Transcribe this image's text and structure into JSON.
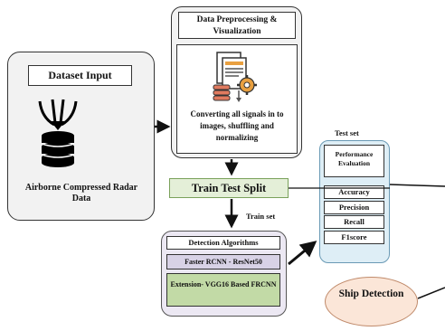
{
  "dataset": {
    "title": "Dataset Input",
    "label": "Airborne Compressed Radar Data",
    "icon": "database-icon"
  },
  "preprocessing": {
    "title": "Data Preprocessing & Visualization",
    "description": "Converting all signals in to images, shuffling and normalizing",
    "icon": "document-gear-icon"
  },
  "split": {
    "label": "Train Test Split",
    "train_label": "Train set",
    "test_label": "Test set"
  },
  "detection": {
    "title": "Detection Algorithms",
    "methods": [
      "Faster RCNN - ResNet50",
      "Extension- VGG16 Based FRCNN"
    ]
  },
  "evaluation": {
    "title": "Performance Evaluation",
    "metrics": [
      "Accuracy",
      "Precision",
      "Recall",
      "F1score"
    ]
  },
  "output": {
    "label": "Ship Detection"
  },
  "colors": {
    "dataset_fill": "#f2f2f2",
    "split_fill": "#e4efd8",
    "detection_fill": "#ece8f3",
    "method2_fill": "#c2daa6",
    "evaluation_fill": "#deeef6",
    "output_fill": "#fbe6d8"
  }
}
